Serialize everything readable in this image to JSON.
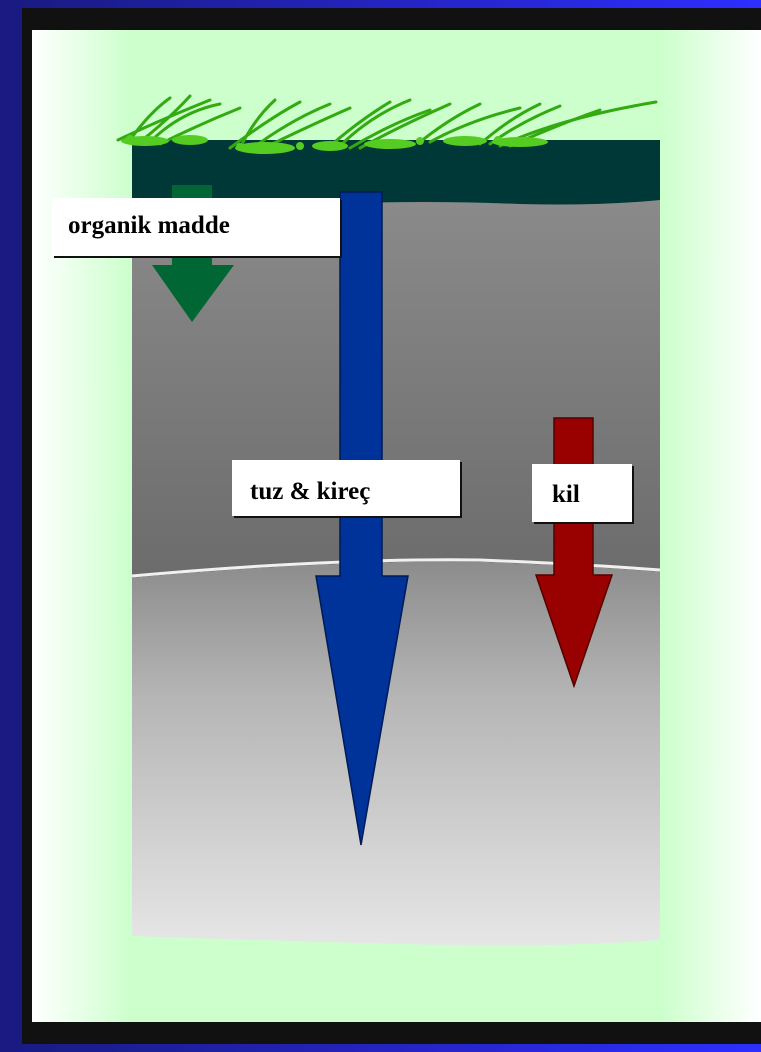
{
  "labels": {
    "organic_matter": "organik madde",
    "salt_lime": "tuz & kireç",
    "clay": "kil"
  },
  "colors": {
    "background_gradient_left": "#1a1a80",
    "background_gradient_right": "#2e2eff",
    "frame_border": "#111111",
    "panel_light_green": "#ccffcc",
    "topsoil": "#003838",
    "subsoil_upper": "#8a8a8a",
    "subsoil_lower": "#dcdcdc",
    "grass": "#44cc22",
    "arrow_organic": "#006633",
    "arrow_salt_lime": "#003399",
    "arrow_clay": "#990000"
  },
  "icons": {
    "grass": "grass-tuft-icon",
    "arrow": "down-arrow-icon"
  }
}
